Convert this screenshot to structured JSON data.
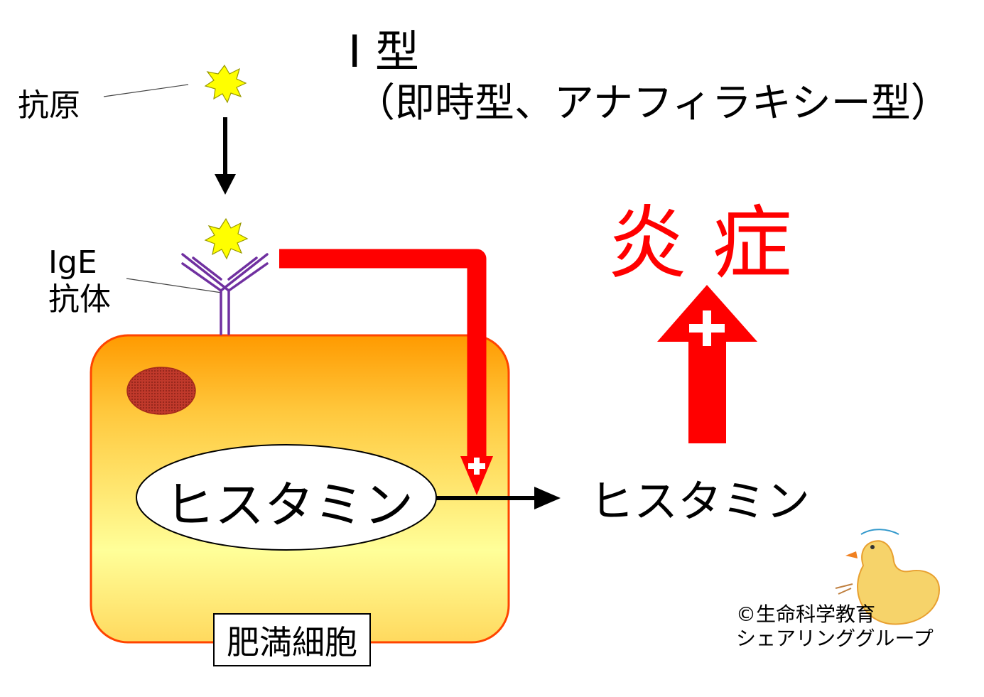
{
  "title": "I 型",
  "subtitle": "（即時型、アナフィラキシー型）",
  "labels": {
    "antigen": "抗原",
    "ige_line1": "IgE",
    "ige_line2": "抗体",
    "inflammation": "炎 症",
    "histamine_inside": "ヒスタミン",
    "histamine_released": "ヒスタミン",
    "mast_cell": "肥満細胞",
    "plus_sign": "+"
  },
  "credit": {
    "line1": "©生命科学教育",
    "line2": "シェアリンググループ"
  },
  "colors": {
    "antigen": "#ffff00",
    "antibody": "#7030a0",
    "activation_arrow": "#ff0000",
    "inflammation_text": "#ff0000",
    "cell_top": "#ff9900",
    "cell_bottom": "#ffff99",
    "cell_border": "#ff4400",
    "nucleus": "#c0392b"
  }
}
